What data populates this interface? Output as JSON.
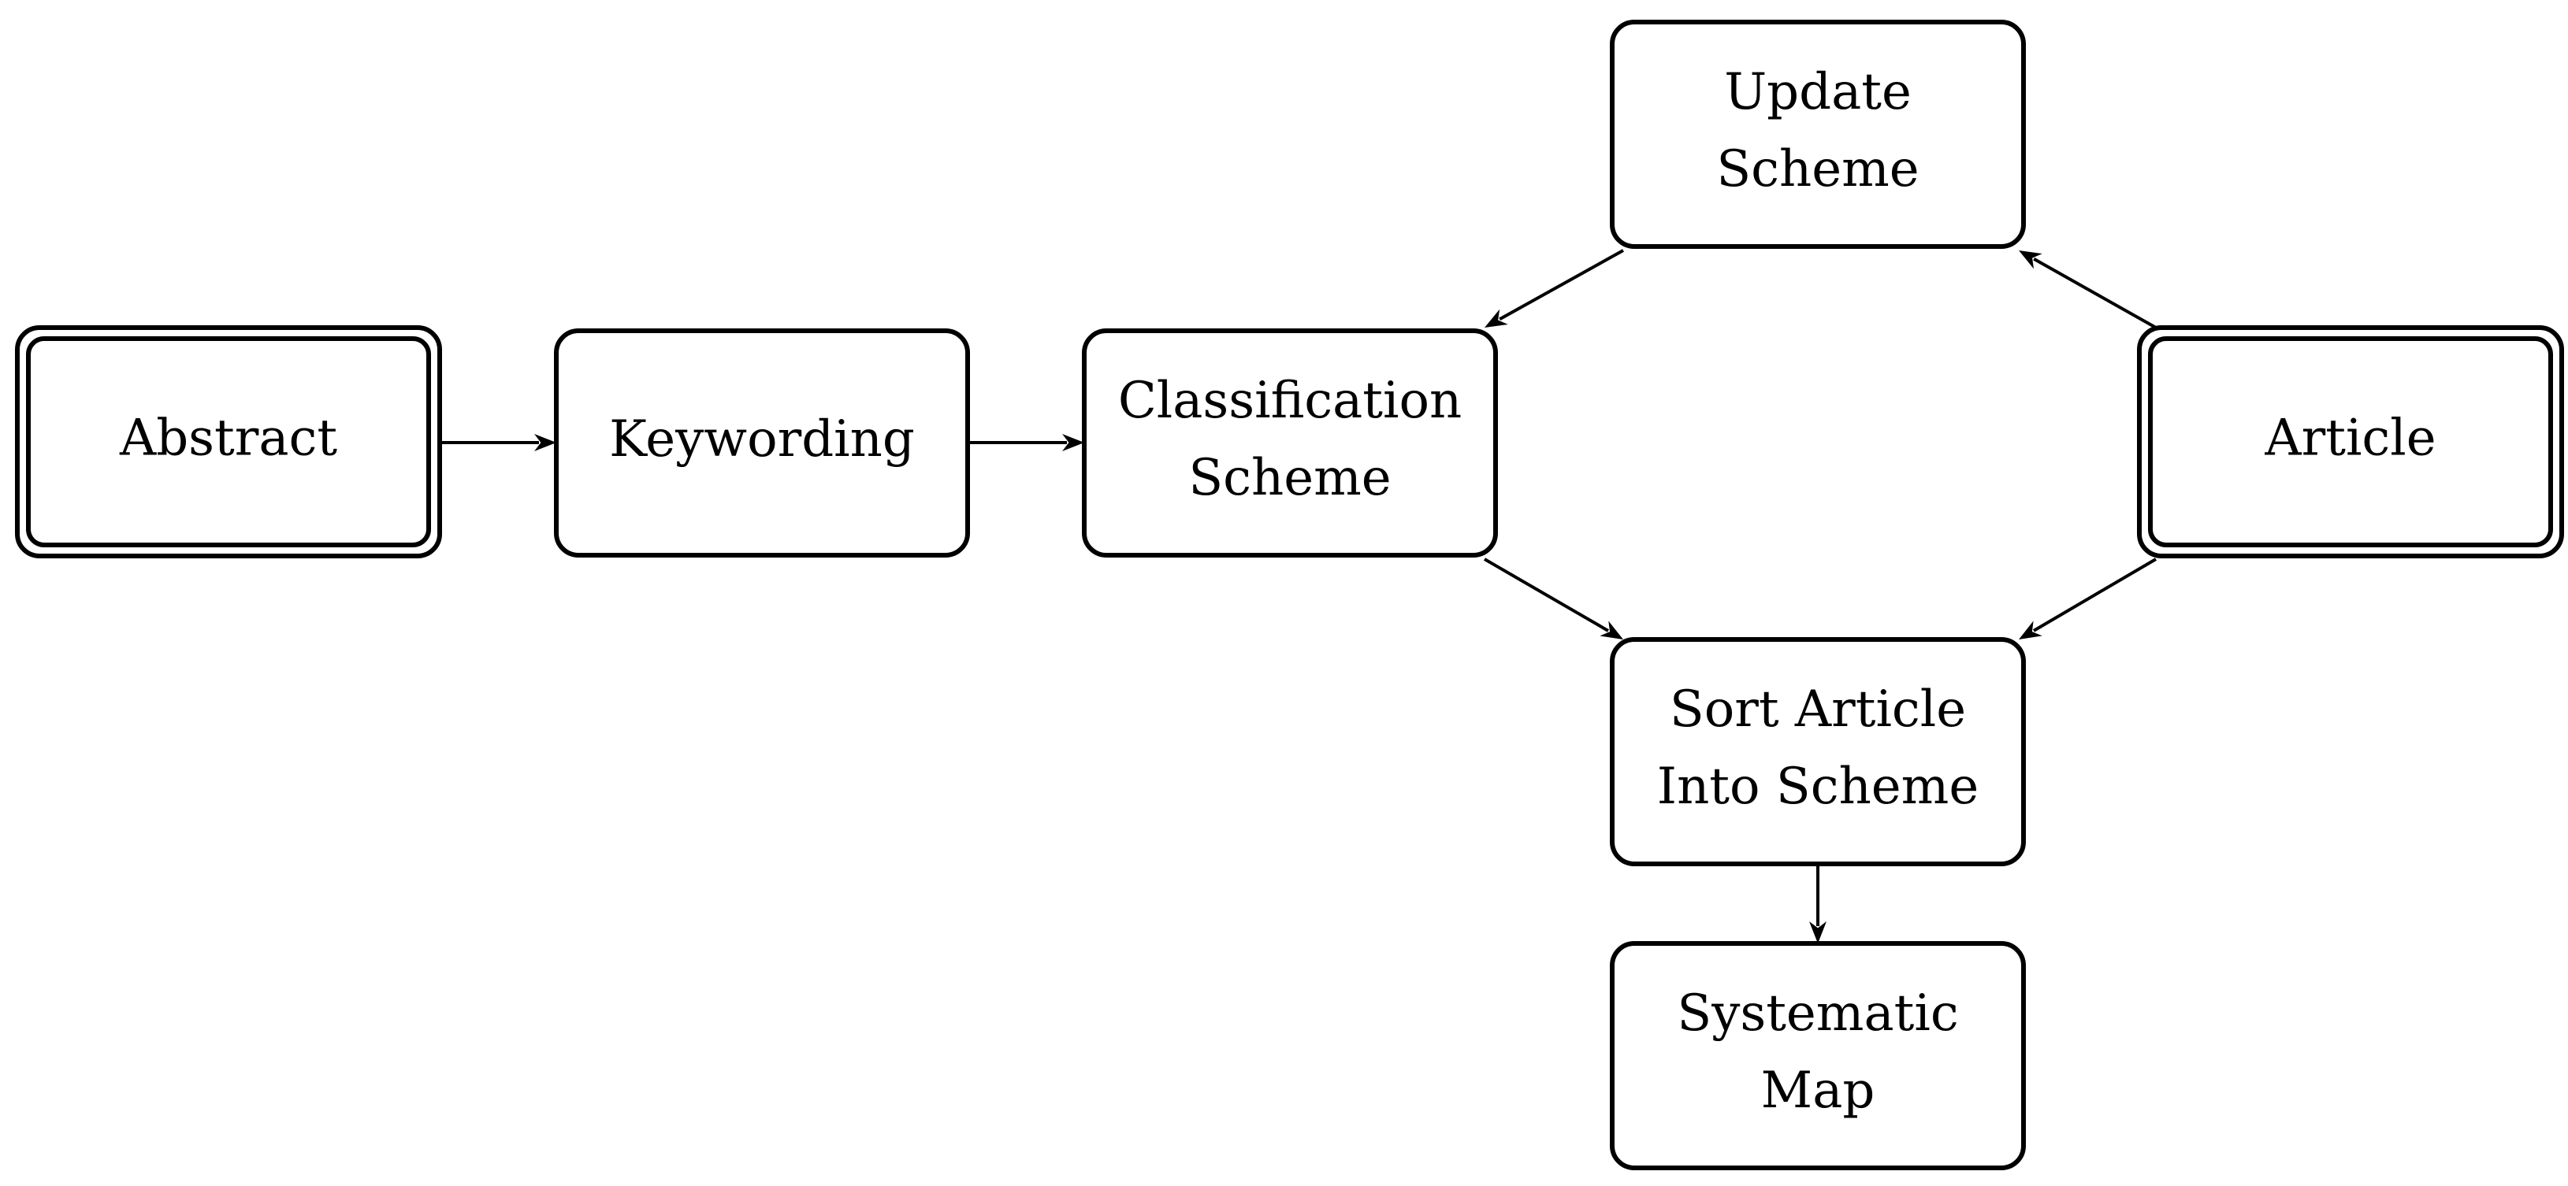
{
  "diagram": {
    "nodes": [
      {
        "id": "abstract",
        "lines": [
          "Abstract"
        ],
        "style": "double"
      },
      {
        "id": "keywording",
        "lines": [
          "Keywording"
        ],
        "style": "single"
      },
      {
        "id": "classification",
        "lines": [
          "Classification",
          "Scheme"
        ],
        "style": "single"
      },
      {
        "id": "update",
        "lines": [
          "Update",
          "Scheme"
        ],
        "style": "single"
      },
      {
        "id": "article",
        "lines": [
          "Article"
        ],
        "style": "double"
      },
      {
        "id": "sort",
        "lines": [
          "Sort Article",
          "Into Scheme"
        ],
        "style": "single"
      },
      {
        "id": "map",
        "lines": [
          "Systematic",
          "Map"
        ],
        "style": "single"
      }
    ],
    "edges": [
      {
        "from": "abstract",
        "to": "keywording"
      },
      {
        "from": "keywording",
        "to": "classification"
      },
      {
        "from": "update",
        "to": "classification"
      },
      {
        "from": "article",
        "to": "update"
      },
      {
        "from": "classification",
        "to": "sort"
      },
      {
        "from": "article",
        "to": "sort"
      },
      {
        "from": "sort",
        "to": "map"
      }
    ]
  }
}
